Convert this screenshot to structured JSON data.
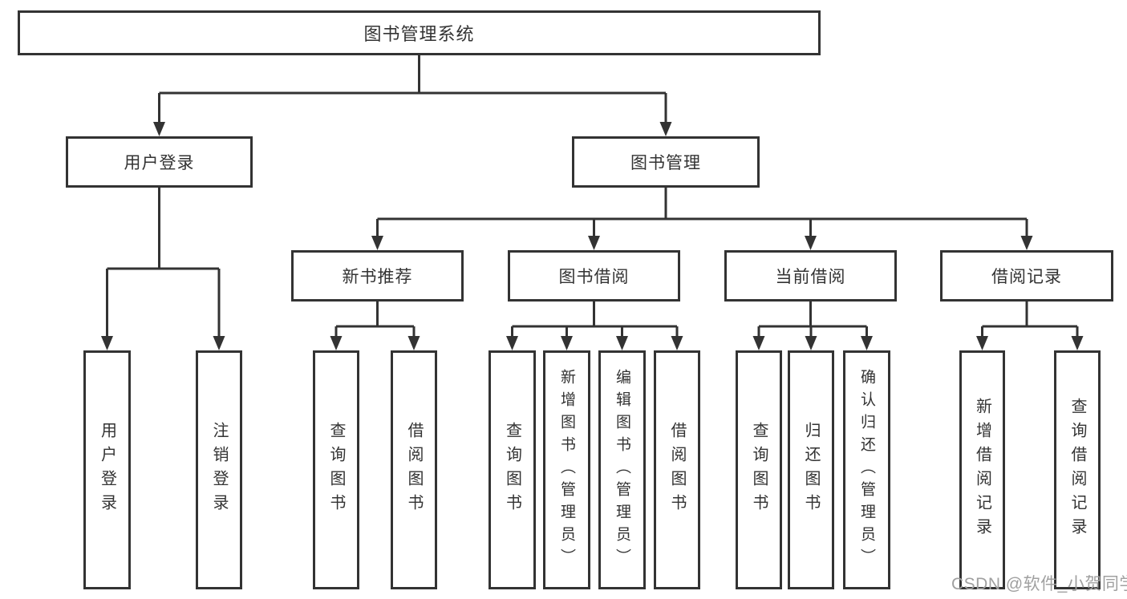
{
  "colors": {
    "line": "#333333",
    "node_border": "#333333",
    "node_fill": "#ffffff",
    "text": "#333333",
    "watermark": "#a0a0a0",
    "background": "#ffffff"
  },
  "watermark": {
    "text": "CSDN @软件_小贺同学"
  },
  "tree": {
    "root": {
      "label": "图书管理系统"
    },
    "children": [
      {
        "label": "用户登录",
        "children": [
          {
            "label": "用户登录"
          },
          {
            "label": "注销登录"
          }
        ]
      },
      {
        "label": "图书管理",
        "children": [
          {
            "label": "新书推荐",
            "children": [
              {
                "label": "查询图书"
              },
              {
                "label": "借阅图书"
              }
            ]
          },
          {
            "label": "图书借阅",
            "children": [
              {
                "label": "查询图书"
              },
              {
                "label": "新增图书（管理员）"
              },
              {
                "label": "编辑图书（管理员）"
              },
              {
                "label": "借阅图书"
              }
            ]
          },
          {
            "label": "当前借阅",
            "children": [
              {
                "label": "查询图书"
              },
              {
                "label": "归还图书"
              },
              {
                "label": "确认归还（管理员）"
              }
            ]
          },
          {
            "label": "借阅记录",
            "children": [
              {
                "label": "新增借阅记录"
              },
              {
                "label": "查询借阅记录"
              }
            ]
          }
        ]
      }
    ]
  }
}
